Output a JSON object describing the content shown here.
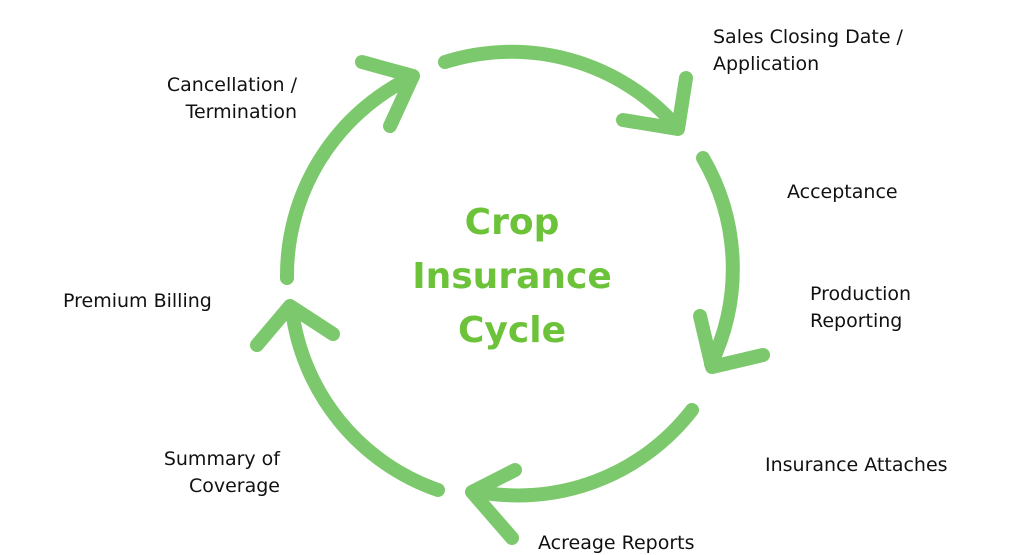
{
  "title": {
    "line1": "Crop",
    "line2": "Insurance",
    "line3": "Cycle"
  },
  "colors": {
    "arrow": "#7cc86c",
    "title": "#6cc33a",
    "text": "#111111"
  },
  "stages": {
    "sales_closing": {
      "line1": "Sales Closing Date /",
      "line2": "Application"
    },
    "acceptance": "Acceptance",
    "production_reporting": {
      "line1": "Production",
      "line2": "Reporting"
    },
    "insurance_attaches": "Insurance Attaches",
    "acreage_reports": "Acreage Reports",
    "summary_of_coverage": {
      "line1": "Summary of",
      "line2": "Coverage"
    },
    "premium_billing": "Premium Billing",
    "cancellation": {
      "line1": "Cancellation /",
      "line2": "Termination"
    }
  }
}
